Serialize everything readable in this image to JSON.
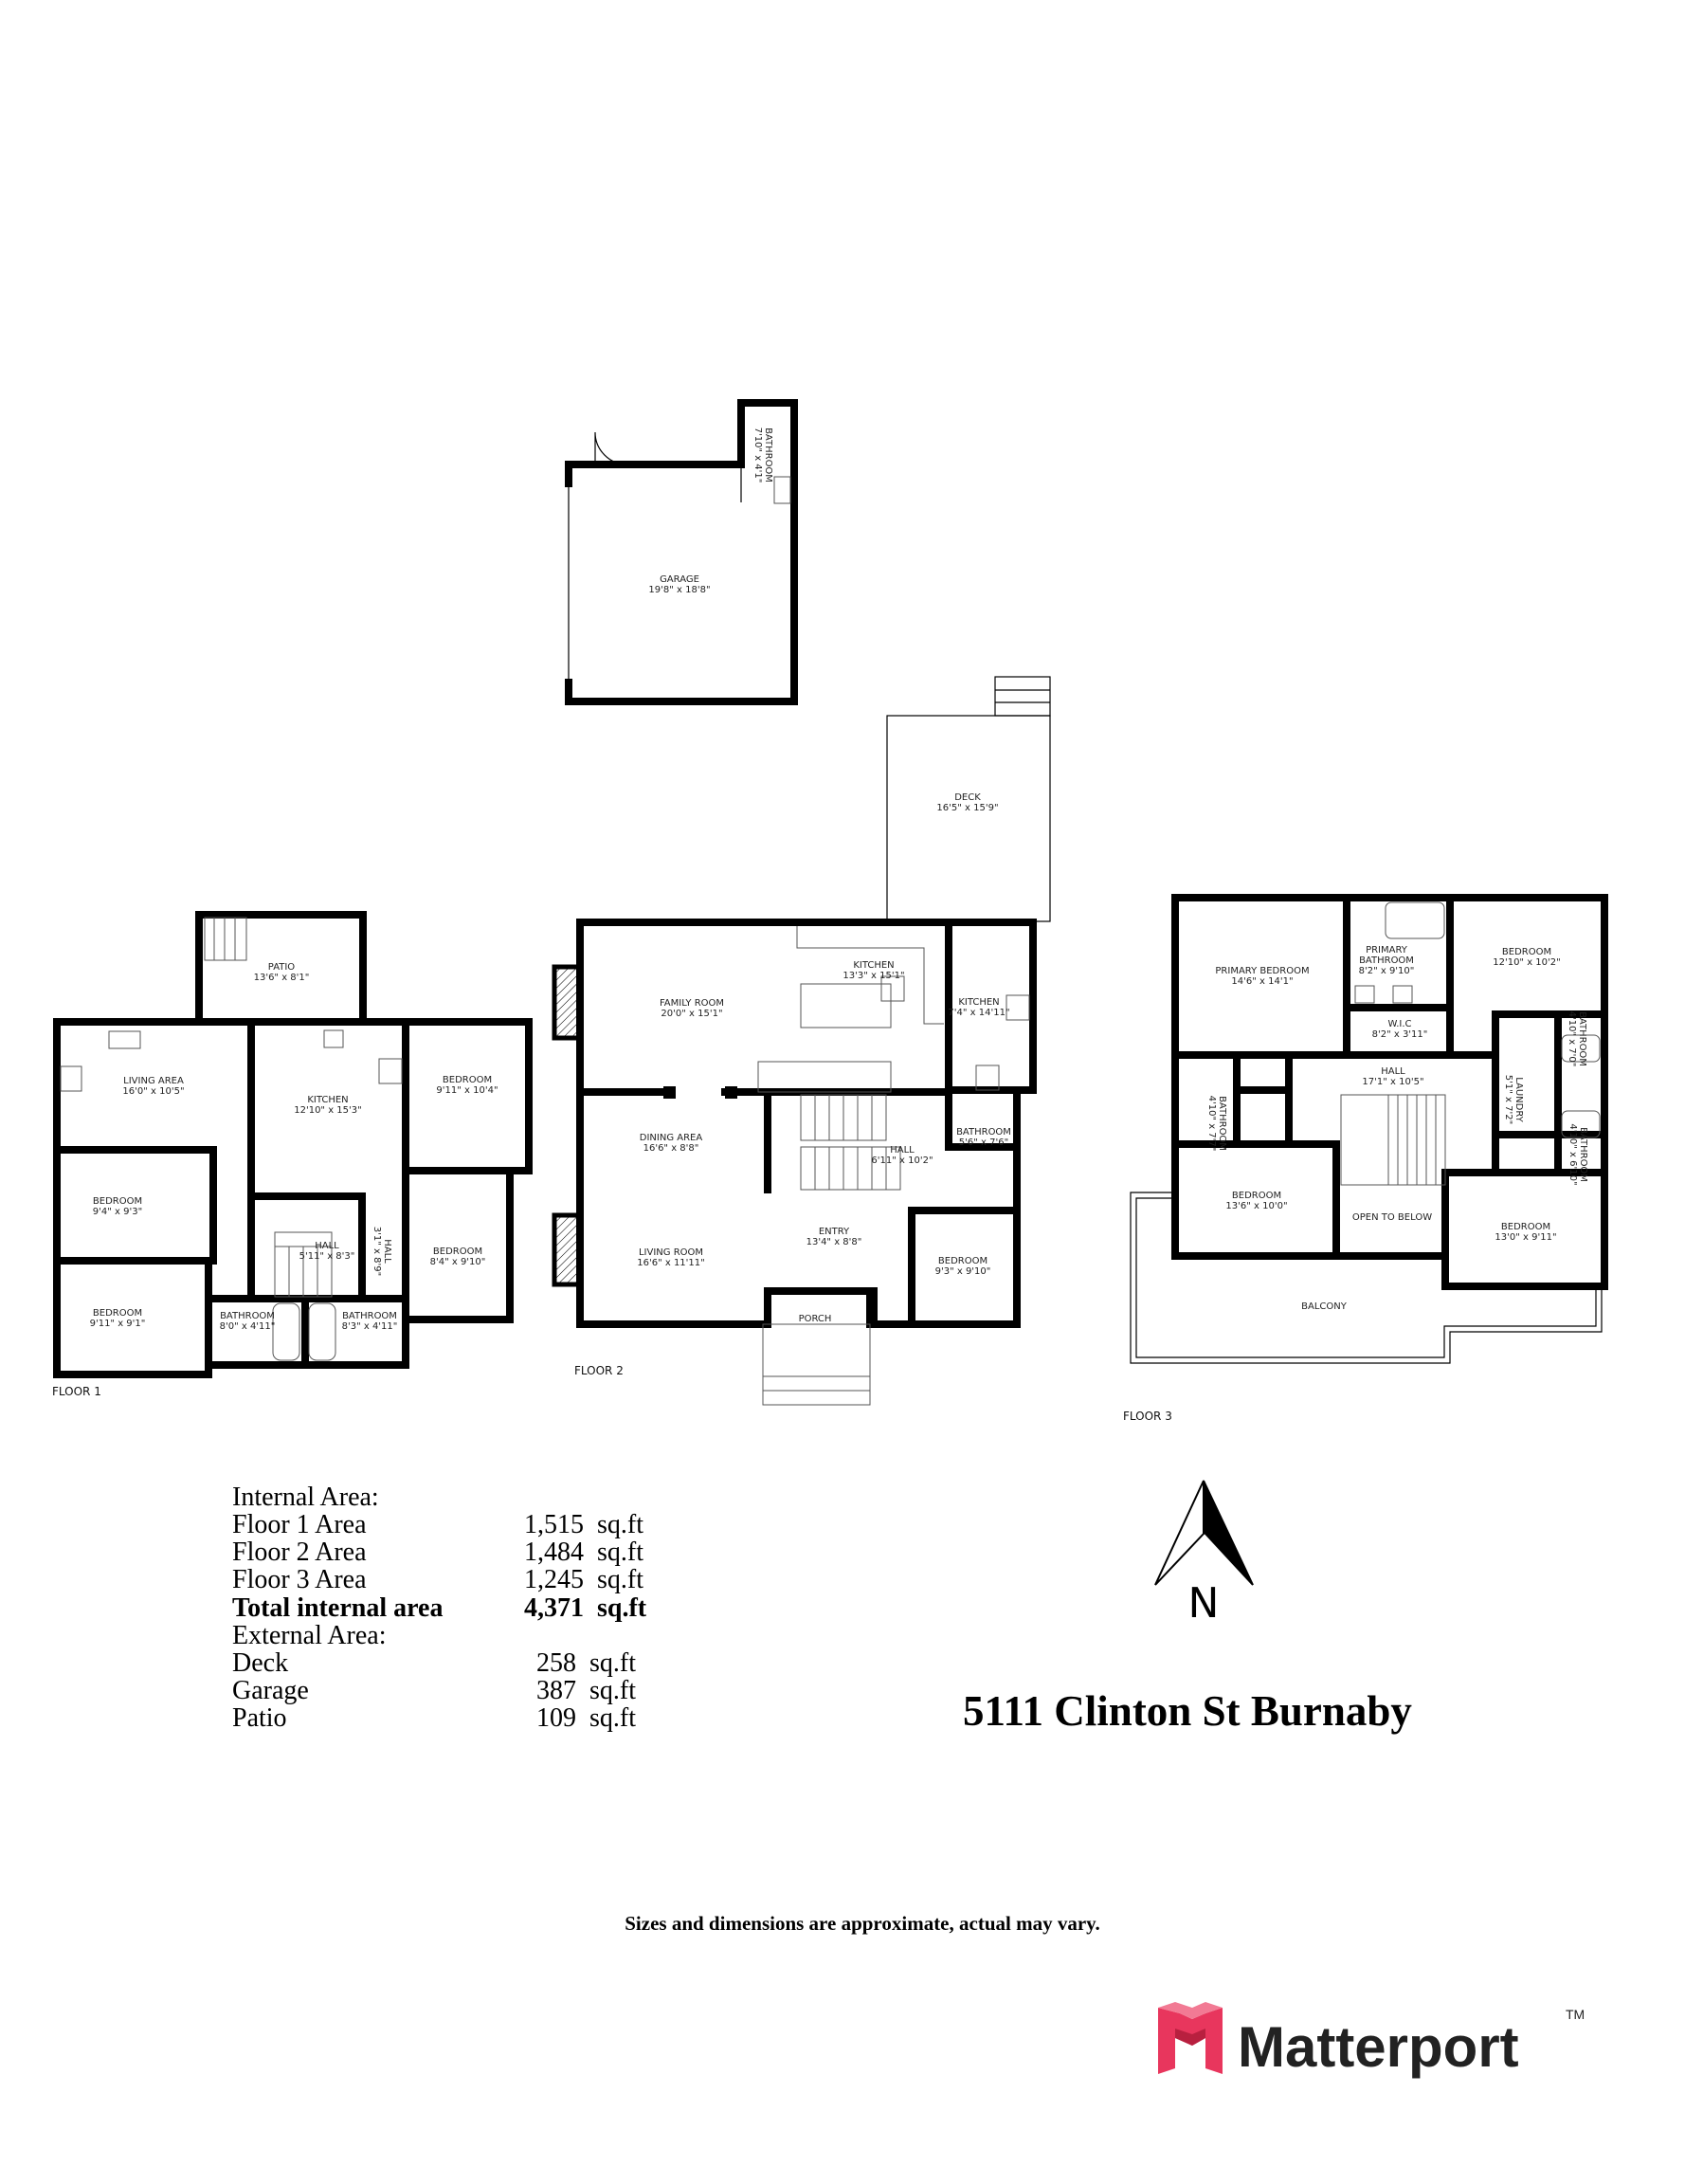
{
  "outbuildings": {
    "rooms": [
      {
        "name": "GARAGE",
        "dim": "19'8\" x 18'8\""
      },
      {
        "name": "BATHROOM",
        "dim": "7'10\" x 4'1\""
      },
      {
        "name": "DECK",
        "dim": "16'5\" x 15'9\""
      }
    ]
  },
  "floors": [
    {
      "label": "FLOOR 1",
      "rooms": [
        {
          "name": "PATIO",
          "dim": "13'6\" x 8'1\""
        },
        {
          "name": "LIVING AREA",
          "dim": "16'0\" x 10'5\""
        },
        {
          "name": "KITCHEN",
          "dim": "12'10\" x 15'3\""
        },
        {
          "name": "BEDROOM",
          "dim": "9'11\" x 10'4\""
        },
        {
          "name": "BEDROOM",
          "dim": "9'4\" x 9'3\""
        },
        {
          "name": "HALL",
          "dim": "5'11\" x 8'3\""
        },
        {
          "name": "HALL",
          "dim": "3'1\" x 8'9\""
        },
        {
          "name": "BEDROOM",
          "dim": "8'4\" x 9'10\""
        },
        {
          "name": "BEDROOM",
          "dim": "9'11\" x 9'1\""
        },
        {
          "name": "BATHROOM",
          "dim": "8'0\" x 4'11\""
        },
        {
          "name": "BATHROOM",
          "dim": "8'3\" x 4'11\""
        }
      ]
    },
    {
      "label": "FLOOR 2",
      "rooms": [
        {
          "name": "FAMILY ROOM",
          "dim": "20'0\" x 15'1\""
        },
        {
          "name": "KITCHEN",
          "dim": "13'3\" x 15'1\""
        },
        {
          "name": "KITCHEN",
          "dim": "7'4\" x 14'11\""
        },
        {
          "name": "DINING AREA",
          "dim": "16'6\" x 8'8\""
        },
        {
          "name": "HALL",
          "dim": "6'11\" x 10'2\""
        },
        {
          "name": "BATHROOM",
          "dim": "5'6\" x 7'6\""
        },
        {
          "name": "ENTRY",
          "dim": "13'4\" x 8'8\""
        },
        {
          "name": "LIVING ROOM",
          "dim": "16'6\" x 11'11\""
        },
        {
          "name": "BEDROOM",
          "dim": "9'3\" x 9'10\""
        },
        {
          "name": "PORCH",
          "dim": ""
        }
      ]
    },
    {
      "label": "FLOOR 3",
      "rooms": [
        {
          "name": "PRIMARY BEDROOM",
          "dim": "14'6\" x 14'1\""
        },
        {
          "name": "PRIMARY",
          "name2": "BATHROOM",
          "dim": "8'2\" x 9'10\""
        },
        {
          "name": "BEDROOM",
          "dim": "12'10\" x 10'2\""
        },
        {
          "name": "W.I.C",
          "dim": "8'2\" x 3'11\""
        },
        {
          "name": "HALL",
          "dim": "17'1\" x 10'5\""
        },
        {
          "name": "BATHROOM",
          "dim": "4'10\" x 7'7\""
        },
        {
          "name": "LAUNDRY",
          "dim": "5'1\" x 7'2\""
        },
        {
          "name": "BATHROOM",
          "dim": "4'10\" x 7'0\""
        },
        {
          "name": "BATHROOM",
          "dim": "4'10\" x 6'10\""
        },
        {
          "name": "BEDROOM",
          "dim": "13'6\" x 10'0\""
        },
        {
          "name": "OPEN TO BELOW",
          "dim": ""
        },
        {
          "name": "BEDROOM",
          "dim": "13'0\" x 9'11\""
        },
        {
          "name": "BALCONY",
          "dim": ""
        }
      ]
    }
  ],
  "areas": {
    "internal_heading": "Internal Area:",
    "internal": [
      {
        "label": "Floor 1 Area",
        "value": "1,515",
        "unit": "sq.ft"
      },
      {
        "label": "Floor 2 Area",
        "value": "1,484",
        "unit": "sq.ft"
      },
      {
        "label": "Floor 3 Area",
        "value": "1,245",
        "unit": "sq.ft"
      }
    ],
    "total": {
      "label": "Total internal area",
      "value": "4,371",
      "unit": "sq.ft"
    },
    "external_heading": "External Area:",
    "external": [
      {
        "label": "Deck",
        "value": "258",
        "unit": "sq.ft"
      },
      {
        "label": "Garage",
        "value": "387",
        "unit": "sq.ft"
      },
      {
        "label": "Patio",
        "value": "109",
        "unit": "sq.ft"
      }
    ]
  },
  "compass": {
    "label": "N",
    "icon": "north-arrow-icon"
  },
  "address": "5111 Clinton St Burnaby",
  "disclaimer": "Sizes and dimensions are approximate, actual may vary.",
  "brand": {
    "name": "Matterport",
    "tm": "TM",
    "color": "#e8365d"
  }
}
